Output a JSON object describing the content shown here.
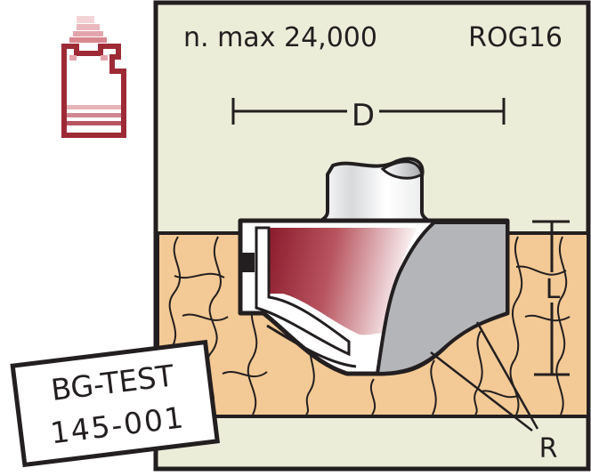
{
  "header": {
    "speed_text": "n. max 24,000",
    "model_code": "ROG16"
  },
  "dimensions": {
    "diameter_label": "D",
    "length_label": "L",
    "radius_label": "R"
  },
  "tag": {
    "line1": "BG-TEST",
    "line2": "145-001"
  },
  "colors": {
    "panel_background": "#ecedd9",
    "wood": "#f3c995",
    "outline": "#231f20",
    "insert_dark_red": "#8b1a2b",
    "insert_gray": "#b3b5b8",
    "icon_red": "#9e2a36"
  },
  "icons": {
    "tool_category": "router-bit-category-icon"
  }
}
